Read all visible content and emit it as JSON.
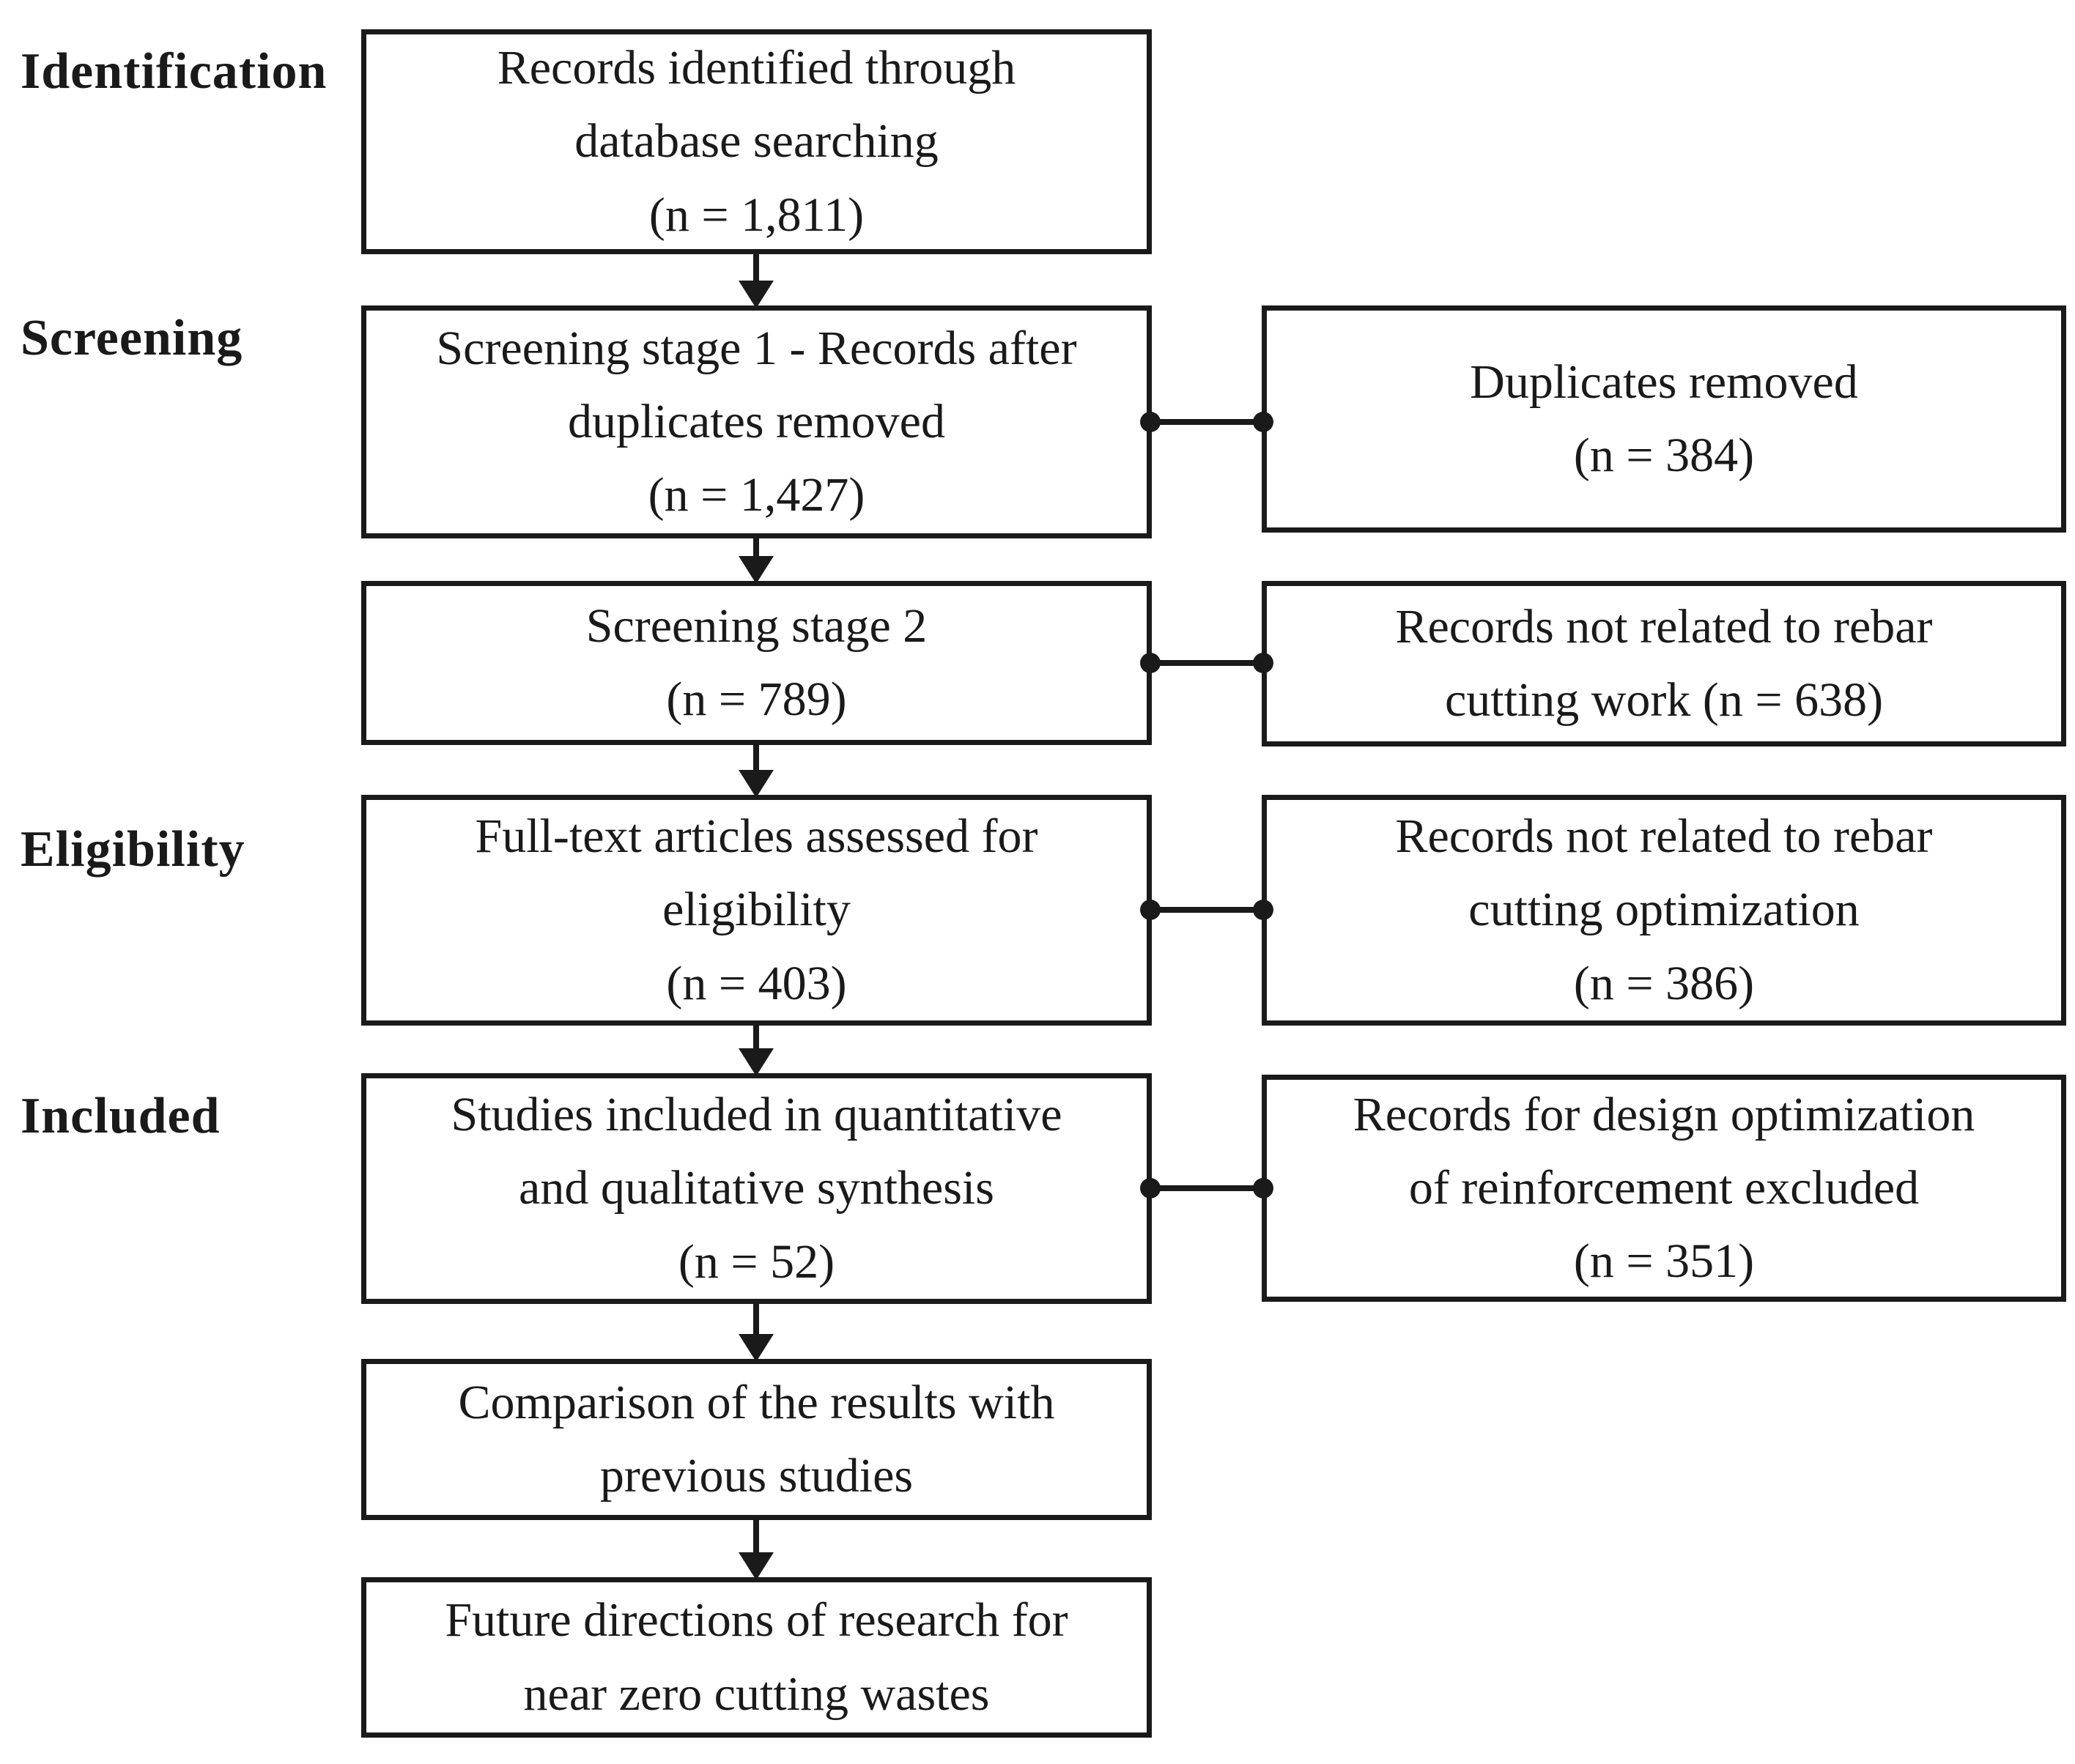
{
  "diagram": {
    "type": "prisma-flowchart",
    "colors": {
      "ink": "#1a1a1a",
      "background": "#ffffff"
    },
    "stage_labels": [
      {
        "text": "Identification"
      },
      {
        "text": "Screening"
      },
      {
        "text": "Eligibility"
      },
      {
        "text": "Included"
      }
    ],
    "main_flow": [
      {
        "lines": [
          "Records identified through",
          "database searching",
          "(n = 1,811)"
        ]
      },
      {
        "lines": [
          "Screening stage 1 - Records after",
          "duplicates removed",
          "(n = 1,427)"
        ]
      },
      {
        "lines": [
          "Screening stage 2",
          "(n = 789)"
        ]
      },
      {
        "lines": [
          "Full-text articles assessed for",
          "eligibility",
          "(n = 403)"
        ]
      },
      {
        "lines": [
          "Studies included in quantitative",
          "and qualitative synthesis",
          "(n = 52)"
        ]
      },
      {
        "lines": [
          "Comparison of the results with",
          "previous studies"
        ]
      },
      {
        "lines": [
          "Future directions of research for",
          "near zero cutting wastes"
        ]
      }
    ],
    "exclusion_boxes": [
      {
        "lines": [
          "Duplicates removed",
          "(n = 384)"
        ]
      },
      {
        "lines": [
          "Records not related to rebar",
          "cutting work (n = 638)"
        ]
      },
      {
        "lines": [
          "Records not related to rebar",
          "cutting optimization",
          "(n = 386)"
        ]
      },
      {
        "lines": [
          "Records for design optimization",
          "of reinforcement excluded",
          "(n =  351)"
        ]
      }
    ]
  }
}
